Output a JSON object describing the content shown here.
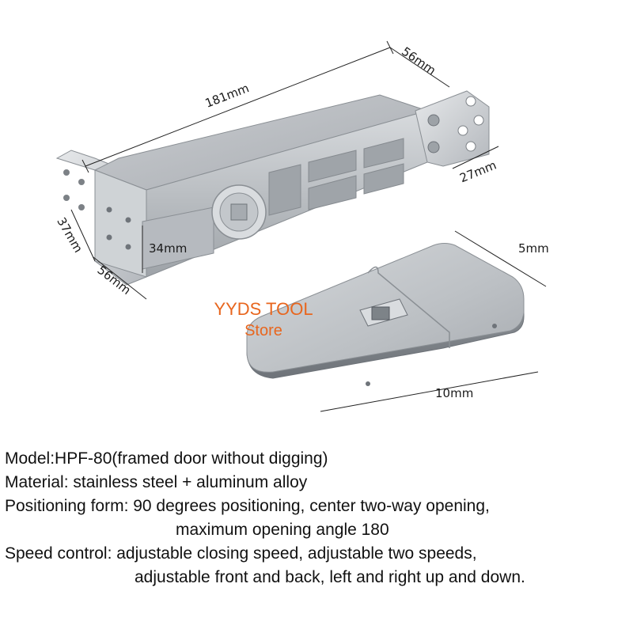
{
  "dimensions": {
    "length": "181mm",
    "top_right_width": "56mm",
    "plate_width": "27mm",
    "side_height": "37mm",
    "side_depth": "56mm",
    "inner_height": "34mm",
    "cover_thickness": "5mm",
    "cover_length": "10mm"
  },
  "watermark": {
    "line1": "YYDS TOOL",
    "line2": "Store",
    "color": "#e8661e"
  },
  "specs": {
    "model": "Model:HPF-80(framed door without digging)",
    "material": "Material: stainless steel + aluminum alloy",
    "positioning_line1": "Positioning form: 90 degrees positioning, center two-way opening,",
    "positioning_line2": "maximum opening angle 180",
    "speed_line1": "Speed control: adjustable closing speed, adjustable two speeds,",
    "speed_line2": "adjustable front and back, left and right up and down."
  }
}
